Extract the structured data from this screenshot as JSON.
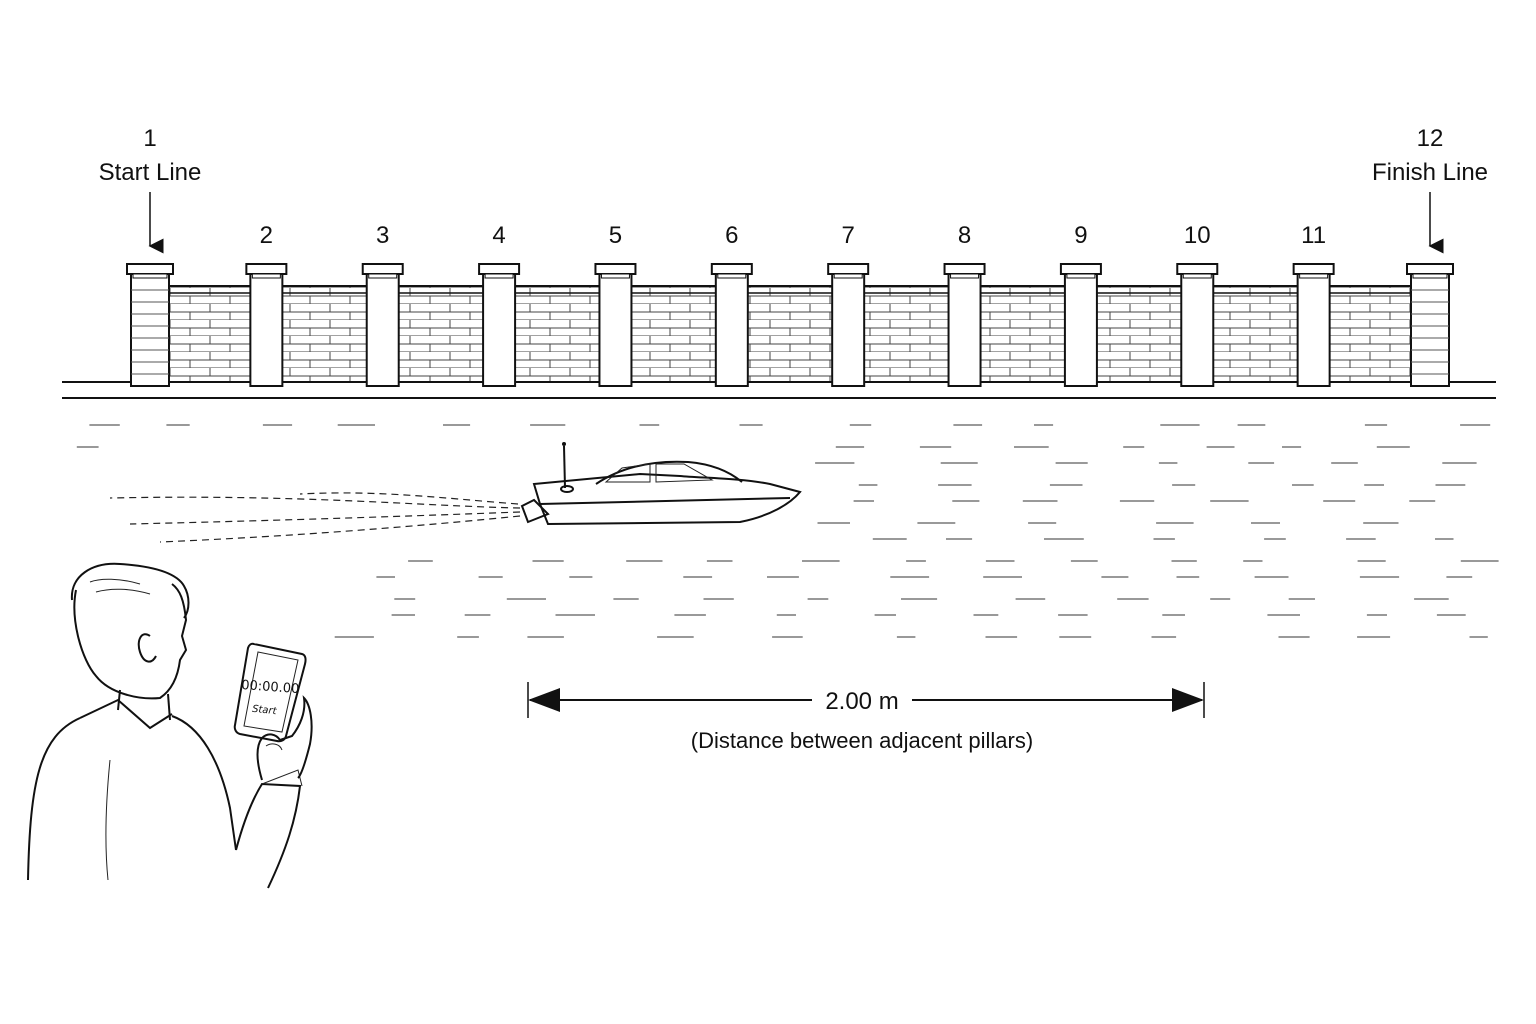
{
  "pillars": [
    {
      "number": "1",
      "caption": "Start Line"
    },
    {
      "number": "2"
    },
    {
      "number": "3"
    },
    {
      "number": "4"
    },
    {
      "number": "5"
    },
    {
      "number": "6"
    },
    {
      "number": "7"
    },
    {
      "number": "8"
    },
    {
      "number": "9"
    },
    {
      "number": "10"
    },
    {
      "number": "11"
    },
    {
      "number": "12",
      "caption": "Finish Line"
    }
  ],
  "measurement": {
    "value": "2.00 m",
    "note": "(Distance between adjacent pillars)"
  },
  "phone": {
    "timer": "00:00.00",
    "button": "Start"
  },
  "figures": {
    "boat": "remote-control-boat-icon",
    "observer": "person-with-phone-icon",
    "wall": "brick-wall-with-pillars"
  }
}
